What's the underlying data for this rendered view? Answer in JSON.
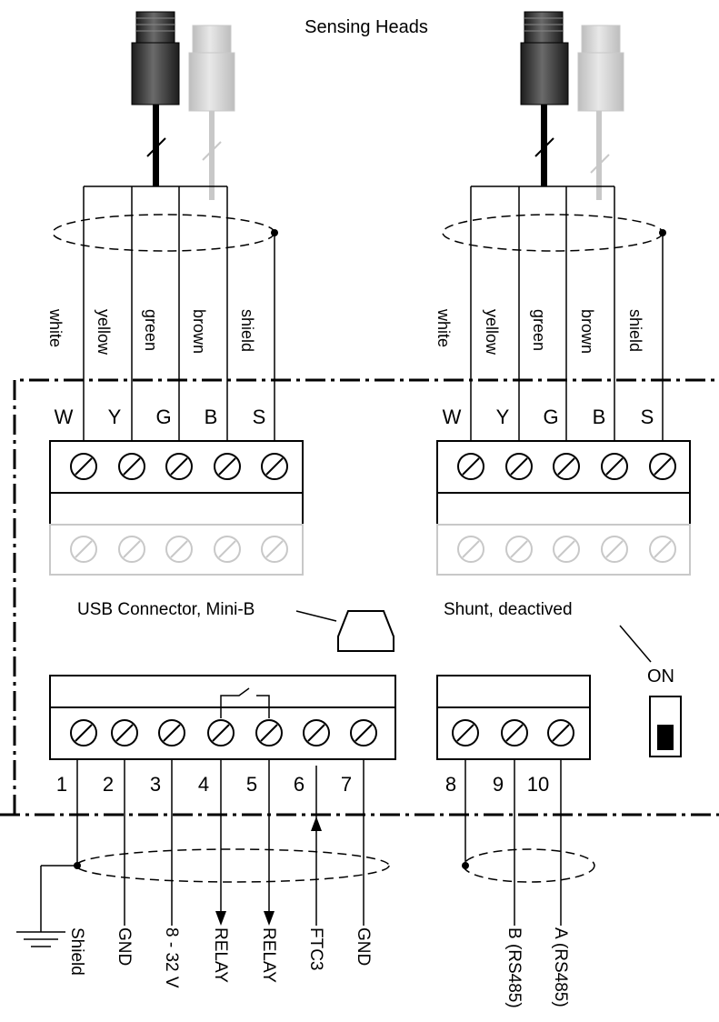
{
  "title": "Sensing Heads",
  "colors": {
    "line": "#000000",
    "ghost": "#c8c8c8",
    "ghost_fill": "#e6e6e6",
    "head_dark": "#3a3a3a",
    "terminal_fill": "#ffffff"
  },
  "wire_labels": [
    "white",
    "yellow",
    "green",
    "brown",
    "shield"
  ],
  "terminal_letters": [
    "W",
    "Y",
    "G",
    "B",
    "S"
  ],
  "usb_label": "USB Connector, Mini-B",
  "shunt_label": "Shunt, deactived",
  "switch_label": "ON",
  "terminal_numbers": [
    "1",
    "2",
    "3",
    "4",
    "5",
    "6",
    "7",
    "8",
    "9",
    "10"
  ],
  "bottom_labels": {
    "shield": "Shield",
    "gnd_a": "GND",
    "supply": "8 - 32 V",
    "relay_a": "RELAY",
    "relay_b": "RELAY",
    "ftc3": "FTC3",
    "gnd_b": "GND",
    "rs485_b": "B (RS485)",
    "rs485_a": "A (RS485)"
  }
}
